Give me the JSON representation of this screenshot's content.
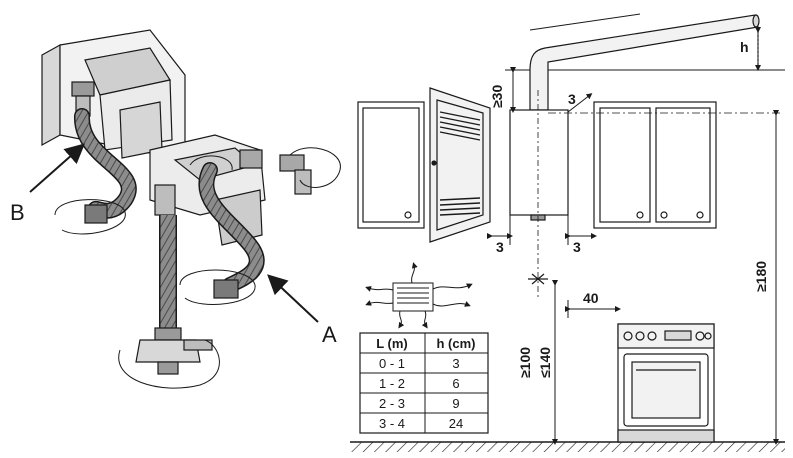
{
  "callouts": {
    "a": "A",
    "b": "B"
  },
  "dimensions": {
    "min_above_boiler": "≥30",
    "side_clearance_top": "3",
    "side_clearance_left": "3",
    "side_clearance_right": "3",
    "flue_rise": "h",
    "cooker_offset": "40",
    "boiler_height_min": "≥100",
    "boiler_height_max": "≤140",
    "cabinet_height": "≥180"
  },
  "flue_table": {
    "headers": [
      "L (m)",
      "h (cm)"
    ],
    "rows": [
      [
        "0 - 1",
        "3"
      ],
      [
        "1 - 2",
        "6"
      ],
      [
        "2 - 3",
        "9"
      ],
      [
        "3 - 4",
        "24"
      ]
    ]
  },
  "colors": {
    "line": "#1a1a1a",
    "fill_light": "#f2f2f2",
    "fill_mid": "#d8d8d8",
    "fill_dark": "#9a9a9a"
  }
}
